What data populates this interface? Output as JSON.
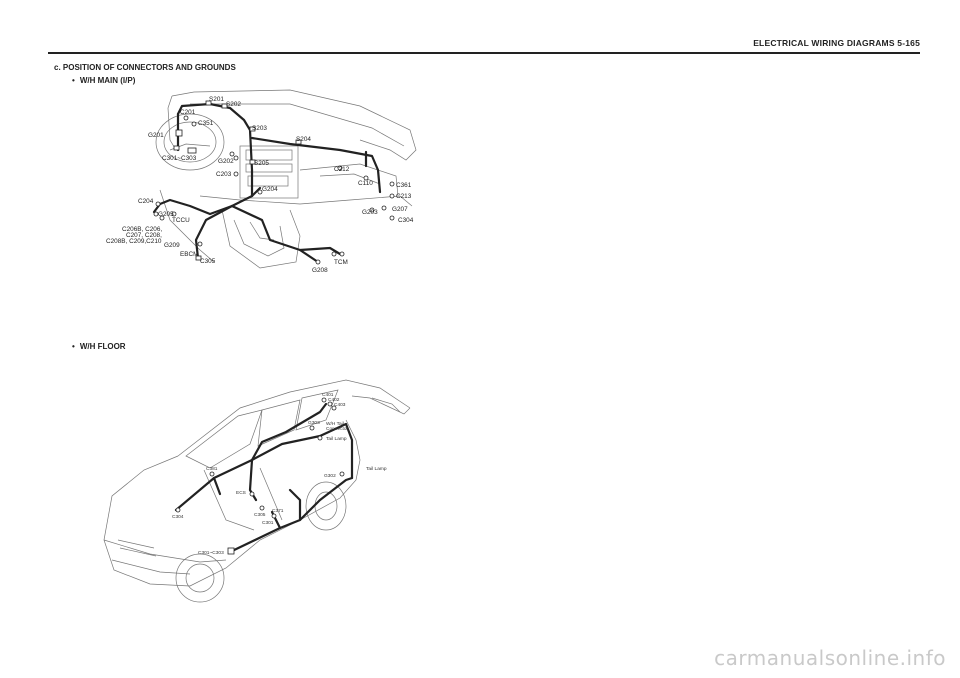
{
  "header": {
    "title": "ELECTRICAL WIRING DIAGRAMS  5-165"
  },
  "section": {
    "title": "c. POSITION OF CONNECTORS AND GROUNDS"
  },
  "main_ip": {
    "title": "W/H MAIN (I/P)",
    "labels": [
      "S201",
      "S202",
      "C201",
      "C351",
      "G201",
      "S203",
      "S204",
      "C301~C303",
      "G202",
      "S205",
      "C203",
      "C212",
      "C110",
      "C361",
      "G204",
      "C213",
      "C204",
      "G207",
      "G205",
      "G203",
      "C304",
      "TCCU",
      "C206B, C206,",
      "C207, C208,",
      "C208B, C209,C210",
      "G209",
      "EBCM",
      "TCM",
      "C305",
      "G208"
    ]
  },
  "floor": {
    "title": "W/H FLOOR",
    "labels": [
      "C401",
      "C402",
      "C403",
      "G303",
      "W/H Tail",
      "Connector",
      "Tail Lamp",
      "C381",
      "G302",
      "Tail Lamp",
      "ECS",
      "C371",
      "C304",
      "C305",
      "C301",
      "C301~C303"
    ]
  },
  "watermark": "carmanualsonline.info"
}
